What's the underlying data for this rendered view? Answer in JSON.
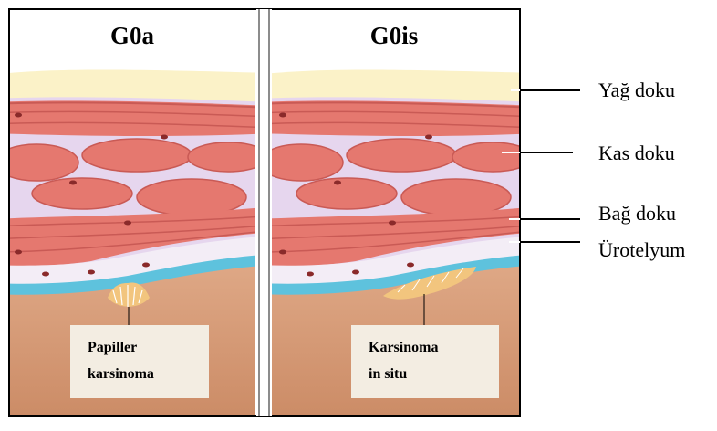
{
  "panels": [
    {
      "title": "G0a",
      "caption": [
        "Papiller",
        "karsinoma"
      ]
    },
    {
      "title": "G0is",
      "caption": [
        "Karsinoma",
        "in situ"
      ]
    }
  ],
  "labels": {
    "fat": "Yağ doku",
    "muscle": "Kas doku",
    "connective": "Bağ doku",
    "urothelium": "Ürotelyum"
  },
  "colors": {
    "fat": "#fbf2c8",
    "muscle": "#e5786f",
    "muscle_dark": "#c95a55",
    "connective": "#e6d6ee",
    "urothelium": "#5ec2dd",
    "lamina": "#f3edf6",
    "bladder_tissue": "#d99069",
    "caption_box": "#f3ede2",
    "divider": "#8c8c8c"
  }
}
